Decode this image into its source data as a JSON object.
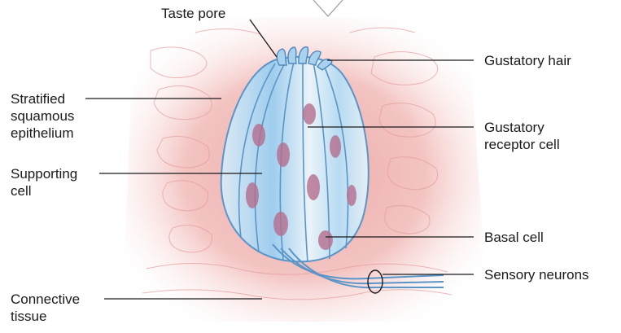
{
  "labels": {
    "taste_pore": "Taste pore",
    "gustatory_hair": "Gustatory hair",
    "stratified_epithelium": "Stratified\nsquamous\nepithelium",
    "gustatory_receptor_cell": "Gustatory\nreceptor cell",
    "supporting_cell": "Supporting\ncell",
    "basal_cell": "Basal cell",
    "sensory_neurons": "Sensory neurons",
    "connective_tissue": "Connective\ntissue"
  },
  "colors": {
    "tissue_background": "#f2c2c2",
    "tissue_cell_outline": "#e39c9c",
    "taste_bud_fill": "#a9d2ee",
    "taste_bud_outline": "#5a95c8",
    "taste_bud_highlight": "#eef6fb",
    "cell_nucleus": "#b56e8f",
    "label_text": "#1a1a1a"
  }
}
